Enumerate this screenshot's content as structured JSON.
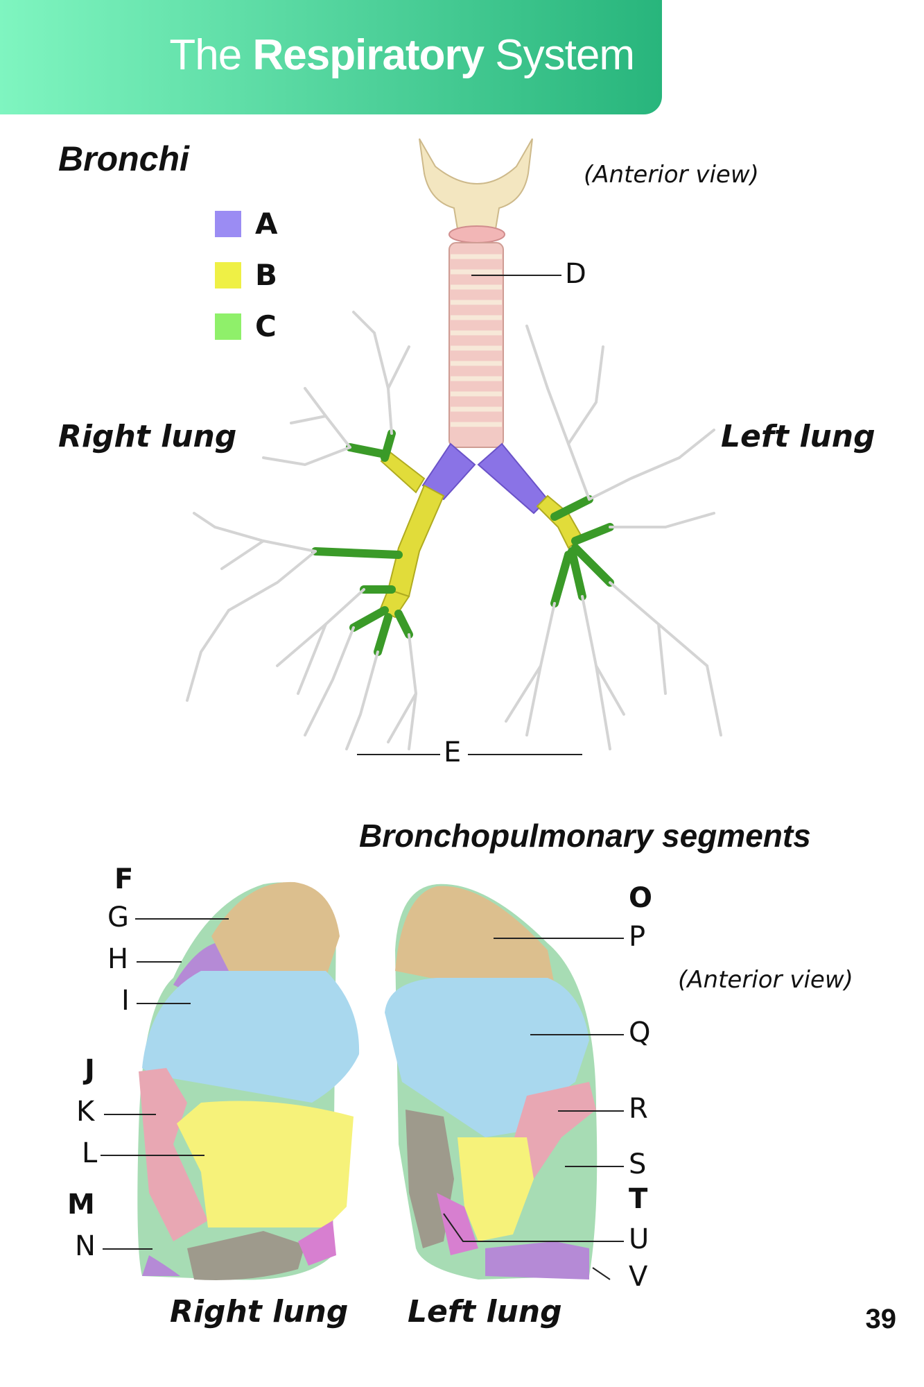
{
  "header": {
    "title_prefix": "The ",
    "title_bold": "Respiratory",
    "title_suffix": " System",
    "gradient_start": "#7ff5c0",
    "gradient_end": "#28b57c"
  },
  "bronchi": {
    "heading": "Bronchi",
    "view": "(Anterior view)",
    "legend": [
      {
        "letter": "A",
        "color": "#9b8cf3"
      },
      {
        "letter": "B",
        "color": "#eff045"
      },
      {
        "letter": "C",
        "color": "#8ff06a"
      }
    ],
    "right_lung": "Right lung",
    "left_lung": "Left lung",
    "label_D": "D",
    "label_E": "E"
  },
  "segments": {
    "heading": "Bronchopulmonary segments",
    "view": "(Anterior view)",
    "right_labels": {
      "F": "F",
      "G": "G",
      "H": "H",
      "I": "I",
      "J": "J",
      "K": "K",
      "L": "L",
      "M": "M",
      "N": "N"
    },
    "left_labels": {
      "O": "O",
      "P": "P",
      "Q": "Q",
      "R": "R",
      "S": "S",
      "T": "T",
      "U": "U",
      "V": "V"
    },
    "right_caption": "Right lung",
    "left_caption": "Left lung"
  },
  "page_number": "39",
  "colors": {
    "trachea": "#f2c9c4",
    "bronchiole": "#d9d9d9",
    "seg_tan": "#dcbf8e",
    "seg_blue": "#a9d8ee",
    "seg_pink": "#e8a7b3",
    "seg_yellow": "#f6f27a",
    "seg_green": "#a7dcb4",
    "seg_purple": "#b58ad6",
    "seg_magenta": "#d77fd0",
    "seg_gray": "#9e9a8c"
  }
}
